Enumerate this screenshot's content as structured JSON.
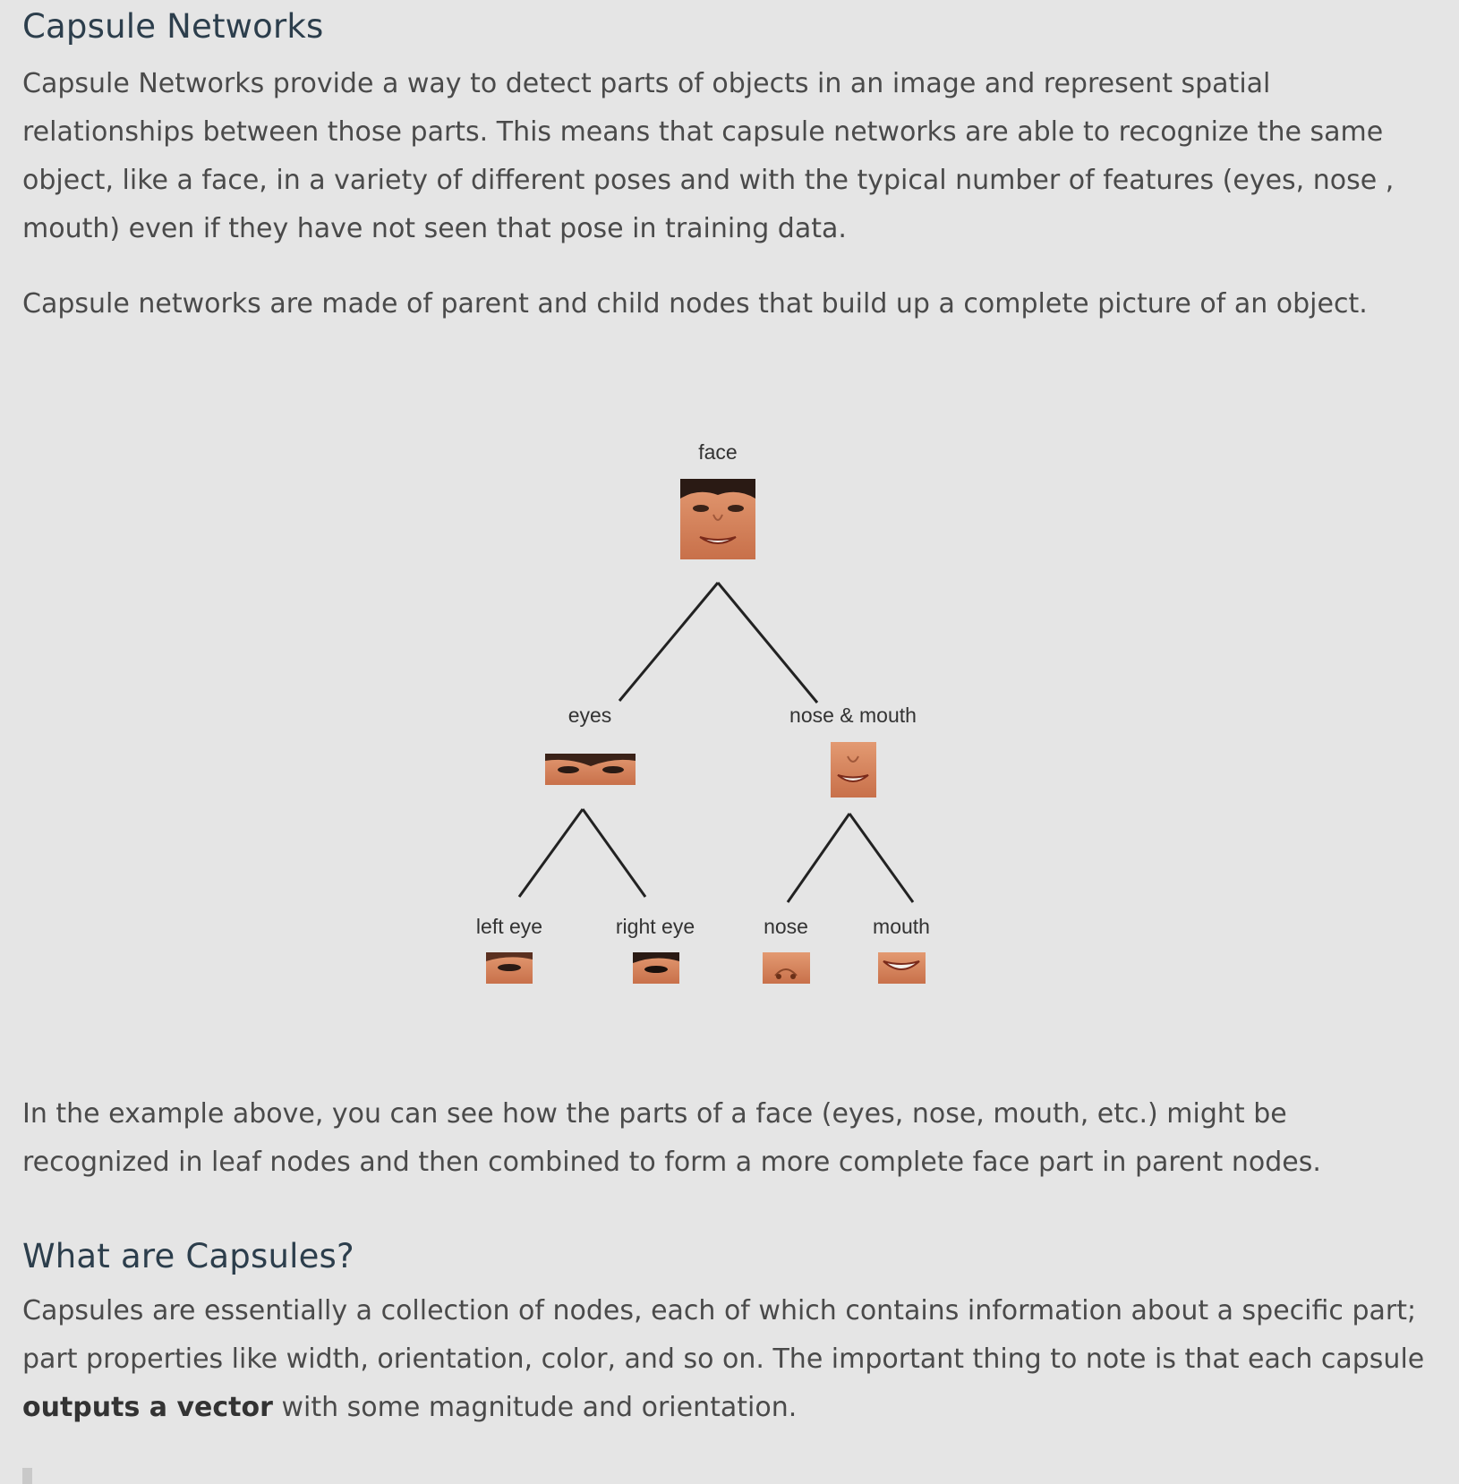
{
  "section": {
    "title": "Capsule Networks",
    "intro": "Capsule Networks provide a way to detect parts of objects in an image and represent spatial relationships between those parts. This means that capsule networks are able to recognize the same object, like a face, in a variety of different poses and with the typical number of features (eyes, nose , mouth) even if they have not seen that pose in training data.",
    "parent_child": "Capsule networks are made of parent and child nodes that build up a complete picture of an object.",
    "example": "In the example above, you can see how the parts of a face (eyes, nose, mouth, etc.) might be recognized in leaf nodes and then combined to form a more complete face part in parent nodes."
  },
  "diagram": {
    "nodes": {
      "face": "face",
      "eyes": "eyes",
      "nose_mouth": "nose & mouth",
      "left_eye": "left eye",
      "right_eye": "right eye",
      "nose": "nose",
      "mouth": "mouth"
    },
    "skin_color": "#d9825a",
    "line_color": "#222222"
  },
  "capsules": {
    "title": "What are Capsules?",
    "text_before": "Capsules are essentially a collection of nodes, each of which contains information about a specific part; part properties like width, orientation, color, and so on. The important thing to note is that each capsule ",
    "bold": "outputs a vector",
    "text_after": " with some magnitude and orientation."
  }
}
